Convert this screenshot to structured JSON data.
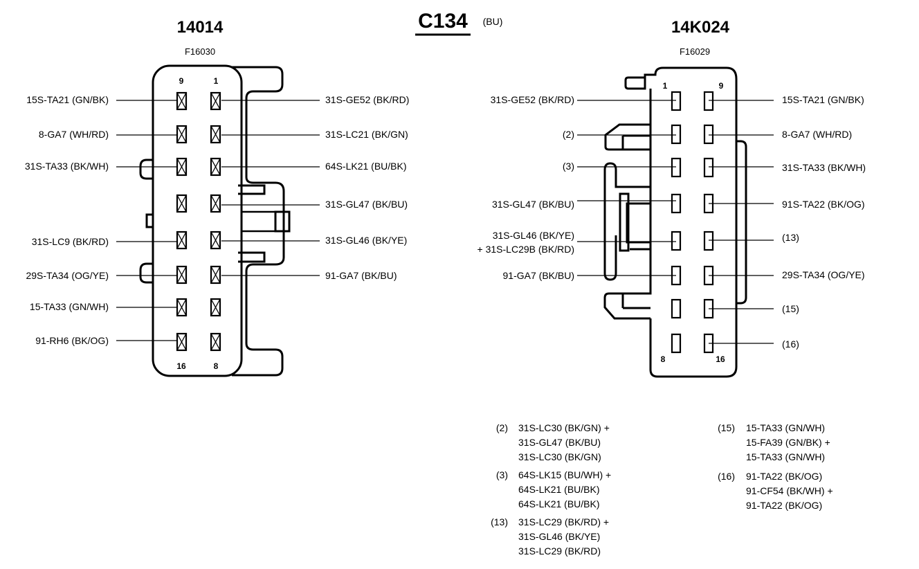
{
  "header": {
    "left_part": "14014",
    "left_sub": "F16030",
    "center_title": "C134",
    "center_color": "(BU)",
    "right_part": "14K024",
    "right_sub": "F16029"
  },
  "left_connector": {
    "corner_labels": {
      "top_left": "9",
      "top_right": "1",
      "bottom_left": "16",
      "bottom_right": "8"
    },
    "left_labels": [
      "15S-TA21 (GN/BK)",
      "8-GA7 (WH/RD)",
      "31S-TA33 (BK/WH)",
      "31S-LC9 (BK/RD)",
      "29S-TA34 (OG/YE)",
      "15-TA33 (GN/WH)",
      "91-RH6 (BK/OG)"
    ],
    "right_labels": [
      "31S-GE52 (BK/RD)",
      "31S-LC21 (BK/GN)",
      "64S-LK21 (BU/BK)",
      "31S-GL47 (BK/BU)",
      "31S-GL46 (BK/YE)",
      "91-GA7 (BK/BU)"
    ]
  },
  "right_connector": {
    "corner_labels": {
      "top_left": "1",
      "top_right": "9",
      "bottom_left": "8",
      "bottom_right": "16"
    },
    "left_labels": [
      "31S-GE52 (BK/RD)",
      "(2)",
      "(3)",
      "31S-GL47 (BK/BU)",
      "31S-GL46 (BK/YE)",
      "+ 31S-LC29B (BK/RD)",
      "91-GA7 (BK/BU)"
    ],
    "right_labels": [
      "15S-TA21 (GN/BK)",
      "8-GA7 (WH/RD)",
      "31S-TA33 (BK/WH)",
      "91S-TA22 (BK/OG)",
      "(13)",
      "29S-TA34 (OG/YE)",
      "(15)",
      "(16)"
    ]
  },
  "notes_left": [
    {
      "key": "(2)",
      "lines": [
        "31S-LC30 (BK/GN) +",
        "31S-GL47 (BK/BU)",
        "31S-LC30 (BK/GN)"
      ]
    },
    {
      "key": "(3)",
      "lines": [
        "64S-LK15 (BU/WH) +",
        "64S-LK21 (BU/BK)",
        "64S-LK21 (BU/BK)"
      ]
    },
    {
      "key": "(13)",
      "lines": [
        "31S-LC29 (BK/RD) +",
        "31S-GL46 (BK/YE)",
        "31S-LC29 (BK/RD)"
      ]
    }
  ],
  "notes_right": [
    {
      "key": "(15)",
      "lines": [
        "15-TA33 (GN/WH)",
        "15-FA39 (GN/BK) +",
        "15-TA33 (GN/WH)"
      ]
    },
    {
      "key": "(16)",
      "lines": [
        "91-TA22 (BK/OG)",
        "91-CF54 (BK/WH) +",
        "91-TA22 (BK/OG)"
      ]
    }
  ]
}
